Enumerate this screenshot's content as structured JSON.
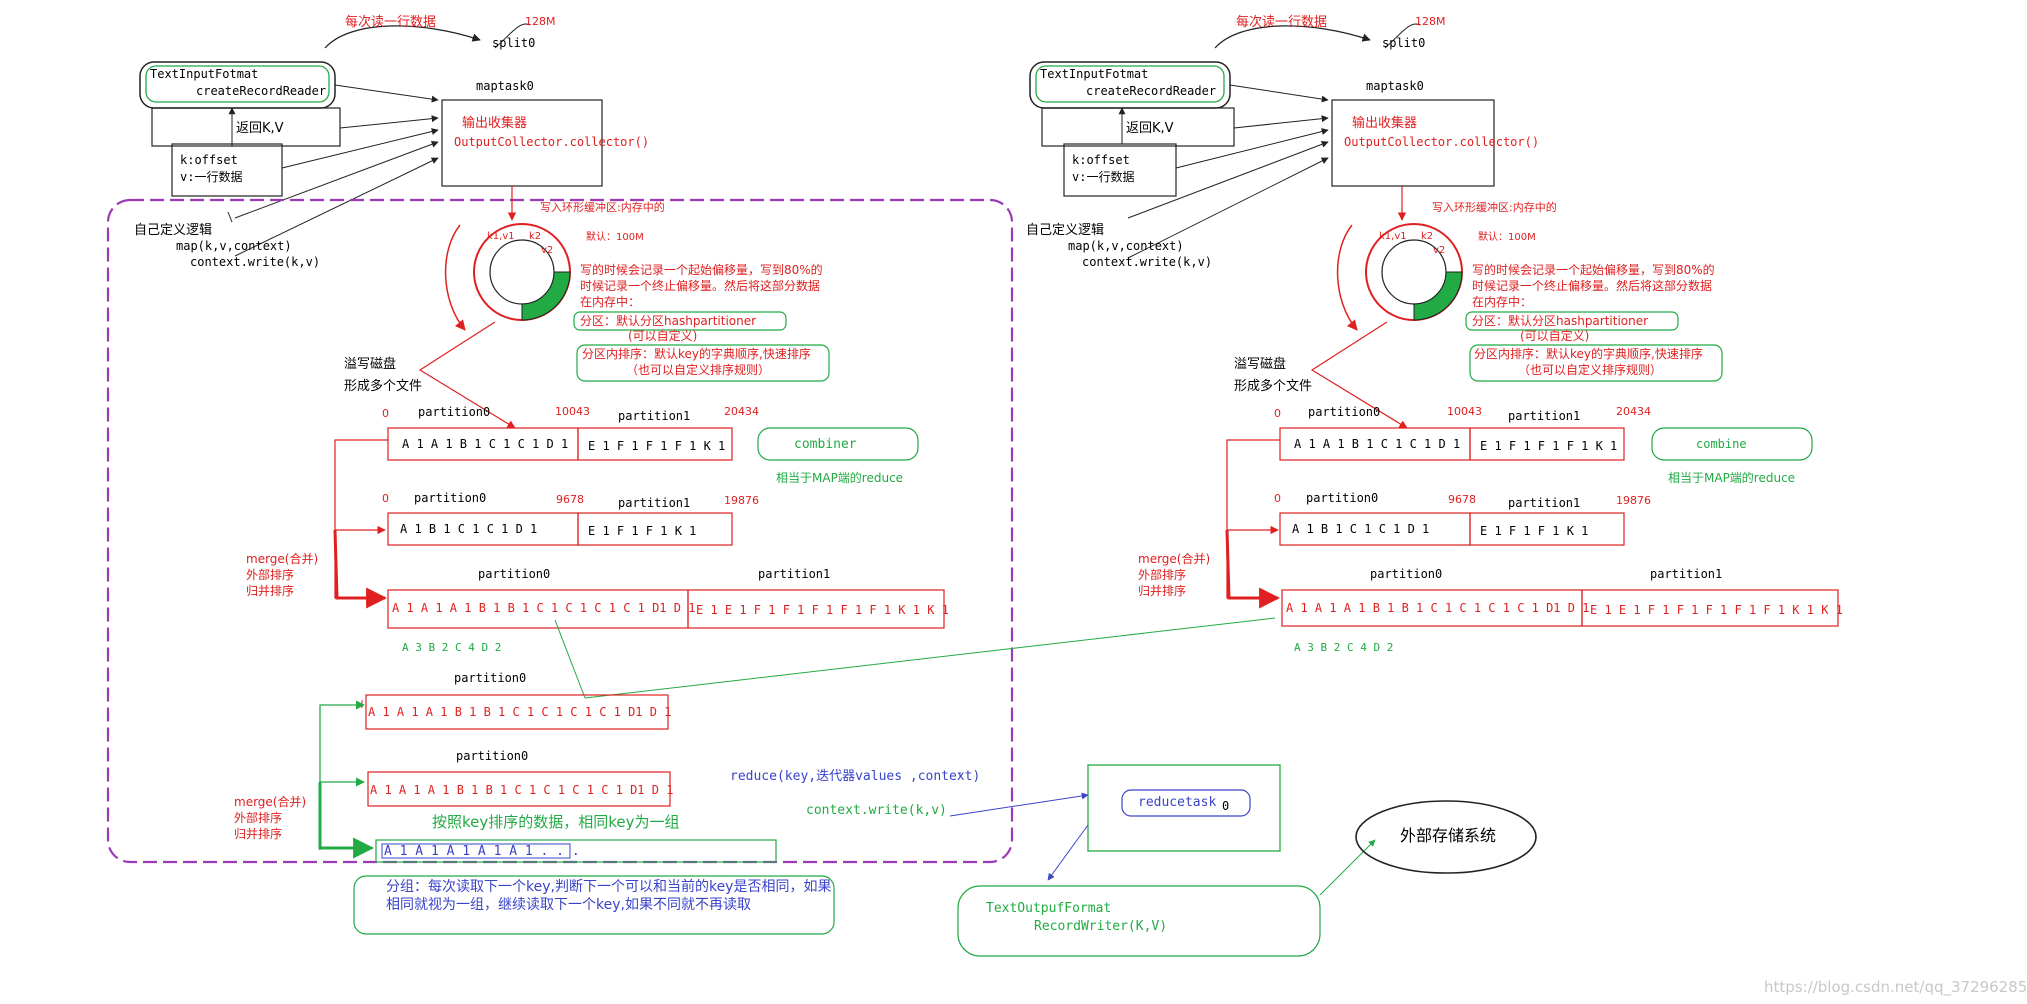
{
  "map": {
    "read_line": "每次读一行数据",
    "size_128m": "128M",
    "split0": "split0",
    "input_format": "TextInputFotmat",
    "create_record_reader": "createRecordReader",
    "maptask": "maptask0",
    "return_kv": "返回K,V",
    "k_offset": "k:offset",
    "v_line": "v:一行数据",
    "collector_title": "输出收集器",
    "collector_call": "OutputCollector.collector()",
    "custom_logic": "自己定义逻辑",
    "map_call": "map(k,v,context)",
    "context_write": "context.write(k,v)",
    "ring_buffer_note": "写入环形缓冲区:内存中的",
    "default_100m": "默认：100M",
    "ring_k1v1": "k1,v1",
    "ring_k2": "k2",
    "ring_v2": "v2",
    "offset_note": "写的时候会记录一个起始偏移量，写到80%的时候记录一个终止偏移量。然后将这部分数据在内存中：",
    "partition_note": "分区：默认分区hashpartitioner",
    "partition_custom": "(可以自定义)",
    "sort_note": "分区内排序：默认key的字典顺序,快速排序",
    "sort_custom": "（也可以自定义排序规则）",
    "spill_disk": "溢写磁盘",
    "multi_files": "形成多个文件",
    "combiner": "combiner",
    "combine": "combine",
    "reduce_on_map": "相当于MAP端的reduce",
    "merge": "merge(合并)",
    "external_sort": "外部排序",
    "merge_sort": "归并排序",
    "counts": "A 3 B 2 C 4 D 2",
    "file1": {
      "start": "0",
      "p0_label": "partition0",
      "offset": "10043",
      "p1_label": "partition1",
      "end": "20434",
      "p0_data": "A 1 A 1 B 1 C 1 C 1 D 1",
      "p1_data": "E 1 F 1 F 1 F 1 K 1"
    },
    "file2": {
      "start": "0",
      "p0_label": "partition0",
      "offset": "9678",
      "p1_label": "partition1",
      "end": "19876",
      "p0_data": "A 1   B 1 C 1 C 1 D 1",
      "p1_data": "E 1   F 1 F 1 K 1"
    },
    "merged": {
      "p0_label": "partition0",
      "p1_label": "partition1",
      "p0_data": "A 1 A 1 A 1 B 1 B 1 C 1 C 1 C 1 C 1 D1 D 1",
      "p1_data": "E 1 E 1 F 1 F 1 F 1 F 1 F 1 K 1 K 1"
    }
  },
  "reduce": {
    "p0_label_a": "partition0",
    "p0_data_a": "A 1 A 1 A 1 B 1 B 1 C 1 C 1 C 1 C 1 D1 D 1",
    "p0_label_b": "partition0",
    "p0_data_b": "A 1 A 1 A 1 B 1 B 1 C 1 C 1 C 1 C 1 D1 D 1",
    "sorted_note": "按照key排序的数据，相同key为一组",
    "group_data": "A 1 A 1 A 1 A 1 A 1 . . .",
    "group_note": "分组：每次读取下一个key,判断下一个可以和当前的key是否相同，如果相同就视为一组，继续读取下一个key,如果不同就不再读取",
    "reduce_call": "reduce(key,迭代器values ,context)",
    "context_write": "context.write(k,v)",
    "reducetask": "reducetask",
    "reducetask_index": "0",
    "output_format": "TextOutpufFormat",
    "record_writer": "RecordWriter(K,V)",
    "external_storage": "外部存储系统"
  },
  "watermark": "https://blog.csdn.net/qq_37296285",
  "colors": {
    "red": "#e02020",
    "green": "#22aa44",
    "purple": "#9b3ab5",
    "blue": "#3a44c8"
  }
}
